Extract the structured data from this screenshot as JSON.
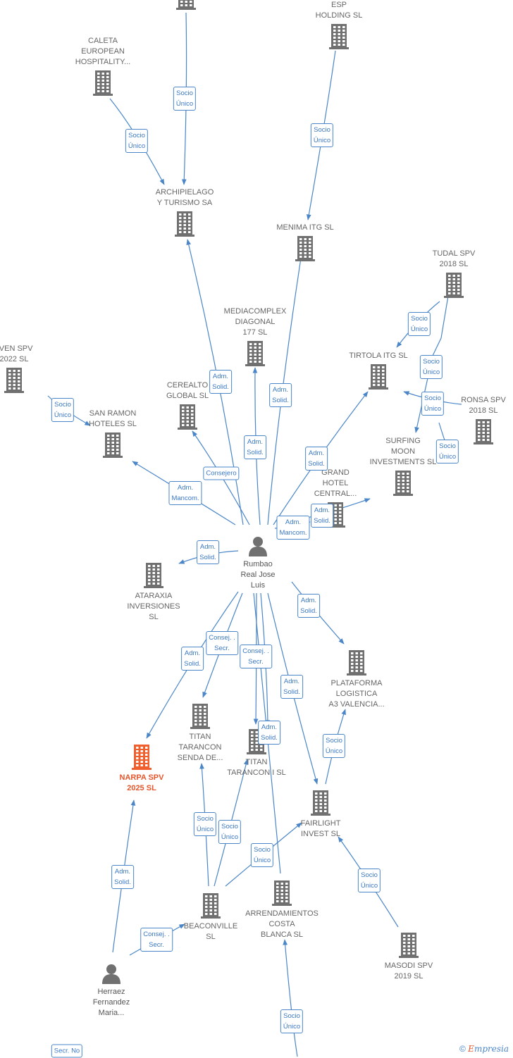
{
  "colors": {
    "edge": "#4a86c8",
    "building": "#707070",
    "focus_building": "#f0602f",
    "focus_text": "#e5562c",
    "person": "#707070"
  },
  "nodes": [
    {
      "id": "top_cut",
      "type": "company",
      "lines": []
    },
    {
      "id": "esp",
      "type": "company",
      "lines": [
        "ESP",
        "HOLDING  SL"
      ]
    },
    {
      "id": "caleta",
      "type": "company",
      "lines": [
        "CALETA",
        "EUROPEAN",
        "HOSPITALITY..."
      ]
    },
    {
      "id": "archipielago",
      "type": "company",
      "lines": [
        "ARCHIPIELAGO",
        "Y TURISMO SA"
      ]
    },
    {
      "id": "menima",
      "type": "company",
      "lines": [
        "MENIMA ITG  SL"
      ]
    },
    {
      "id": "tudal",
      "type": "company",
      "lines": [
        "TUDAL SPV",
        "2018  SL"
      ]
    },
    {
      "id": "mediacomplex",
      "type": "company",
      "lines": [
        "MEDIACOMPLEX",
        "DIAGONAL",
        "177  SL"
      ]
    },
    {
      "id": "elven",
      "type": "company",
      "lines": [
        "LVEN SPV",
        "2022  SL"
      ]
    },
    {
      "id": "tirtola",
      "type": "company",
      "lines": [
        "TIRTOLA ITG  SL"
      ]
    },
    {
      "id": "cerealto",
      "type": "company",
      "lines": [
        "CEREALTO",
        "GLOBAL  SL"
      ]
    },
    {
      "id": "ronsa",
      "type": "company",
      "lines": [
        "RONSA SPV",
        "2018  SL"
      ]
    },
    {
      "id": "sanramon",
      "type": "company",
      "lines": [
        "SAN RAMON",
        "HOTELES SL"
      ]
    },
    {
      "id": "surfing",
      "type": "company",
      "lines": [
        "SURFING",
        "MOON",
        "INVESTMENTS SL"
      ]
    },
    {
      "id": "grandhotel",
      "type": "company",
      "lines": [
        "GRAND",
        "HOTEL",
        "CENTRAL..."
      ]
    },
    {
      "id": "rumbao",
      "type": "person",
      "lines": [
        "Rumbao",
        "Real Jose",
        "Luis"
      ]
    },
    {
      "id": "ataraxia",
      "type": "company",
      "lines": [
        "ATARAXIA",
        "INVERSIONES",
        "SL"
      ]
    },
    {
      "id": "plataforma",
      "type": "company",
      "lines": [
        "PLATAFORMA",
        "LOGISTICA",
        "A3 VALENCIA..."
      ]
    },
    {
      "id": "titansenda",
      "type": "company",
      "lines": [
        "TITAN",
        "TARANCON",
        "SENDA DE..."
      ]
    },
    {
      "id": "narpa",
      "type": "focus",
      "lines": [
        "NARPA SPV",
        "2025  SL"
      ]
    },
    {
      "id": "titan1",
      "type": "company",
      "lines": [
        "TITAN",
        "TARANCON I  SL"
      ]
    },
    {
      "id": "fairlight",
      "type": "company",
      "lines": [
        "FAIRLIGHT",
        "INVEST  SL"
      ]
    },
    {
      "id": "beaconville",
      "type": "company",
      "lines": [
        "BEACONVILLE",
        "SL"
      ]
    },
    {
      "id": "arrendamientos",
      "type": "company",
      "lines": [
        "ARRENDAMIENTOS",
        "COSTA",
        "BLANCA SL"
      ]
    },
    {
      "id": "masodi",
      "type": "company",
      "lines": [
        "MASODI SPV",
        "2019  SL"
      ]
    },
    {
      "id": "herraez",
      "type": "person",
      "lines": [
        "Herraez",
        "Fernandez",
        "Maria..."
      ]
    }
  ],
  "edges": [
    {
      "lines": [
        "Socio",
        "Único"
      ]
    },
    {
      "lines": [
        "Socio",
        "Único"
      ]
    },
    {
      "lines": [
        "Socio",
        "Único"
      ]
    },
    {
      "lines": [
        "Socio",
        "Único"
      ]
    },
    {
      "lines": [
        "Socio",
        "Único"
      ]
    },
    {
      "lines": [
        "Socio",
        "Único"
      ]
    },
    {
      "lines": [
        "Socio",
        "Único"
      ]
    },
    {
      "lines": [
        "Socio",
        "Único"
      ]
    },
    {
      "lines": [
        "Adm.",
        "Solid."
      ]
    },
    {
      "lines": [
        "Adm.",
        "Solid."
      ]
    },
    {
      "lines": [
        "Adm.",
        "Solid."
      ]
    },
    {
      "lines": [
        "Adm.",
        "Solid."
      ]
    },
    {
      "lines": [
        "Consejero"
      ]
    },
    {
      "lines": [
        "Adm.",
        "Mancom."
      ]
    },
    {
      "lines": [
        "Adm.",
        "Solid."
      ]
    },
    {
      "lines": [
        "Adm.",
        "Mancom."
      ]
    },
    {
      "lines": [
        "Adm.",
        "Solid."
      ]
    },
    {
      "lines": [
        "Adm.",
        "Solid."
      ]
    },
    {
      "lines": [
        "Adm.",
        "Solid."
      ]
    },
    {
      "lines": [
        "Consej. .",
        "Secr."
      ]
    },
    {
      "lines": [
        "Consej. .",
        "Secr."
      ]
    },
    {
      "lines": [
        "Adm.",
        "Solid."
      ]
    },
    {
      "lines": [
        "Adm.",
        "Solid."
      ]
    },
    {
      "lines": [
        "Socio",
        "Único"
      ]
    },
    {
      "lines": [
        "Socio",
        "Único"
      ]
    },
    {
      "lines": [
        "Socio",
        "Único"
      ]
    },
    {
      "lines": [
        "Socio",
        "Único"
      ]
    },
    {
      "lines": [
        "Socio",
        "Único"
      ]
    },
    {
      "lines": [
        "Adm.",
        "Solid."
      ]
    },
    {
      "lines": [
        "Consej. .",
        "Secr."
      ]
    },
    {
      "lines": [
        "Socio",
        "Único"
      ]
    },
    {
      "lines": [
        "Secr.  No"
      ]
    }
  ],
  "brand": {
    "symbol": "©",
    "initial": "E",
    "rest": "mpresia"
  }
}
